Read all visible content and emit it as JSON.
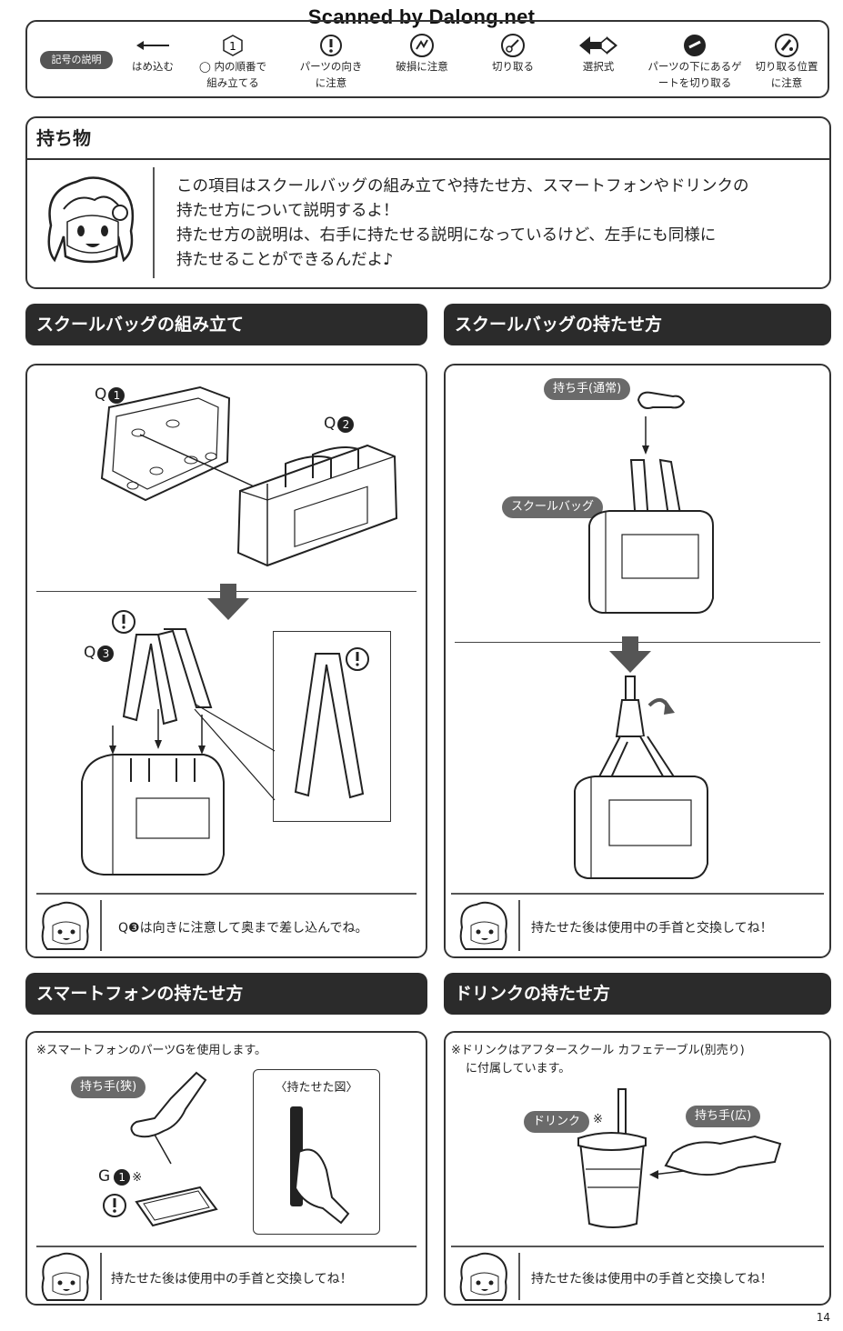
{
  "watermark": "Scanned by Dalong.net",
  "legend": {
    "tag": "記号の説明",
    "items": [
      {
        "icon": "arrow-left-icon",
        "label": "はめ込む"
      },
      {
        "icon": "circled-one-icon",
        "label": "◯ 内の順番で組み立てる"
      },
      {
        "icon": "exclamation-icon",
        "label": "パーツの向きに注意"
      },
      {
        "icon": "broken-part-icon",
        "label": "破損に注意"
      },
      {
        "icon": "scissors-icon",
        "label": "切り取る"
      },
      {
        "icon": "double-arrow-icon",
        "label": "選択式"
      },
      {
        "icon": "gate-cut-icon",
        "label": "パーツの下にあるゲートを切り取る"
      },
      {
        "icon": "cut-position-icon",
        "label": "切り取る位置に注意"
      }
    ]
  },
  "intro": {
    "title": "持ち物",
    "lines": [
      "この項目はスクールバッグの組み立てや持たせ方、スマートフォンやドリンクの",
      "持たせ方について説明するよ！",
      "持たせ方の説明は、右手に持たせる説明になっているけど、左手にも同様に",
      "持たせることができるんだよ♪"
    ]
  },
  "sections": {
    "bag_assembly": {
      "title": "スクールバッグの組み立て",
      "labels": {
        "q1": "Q",
        "q1n": "1",
        "q2": "Q",
        "q2n": "2",
        "q3": "Q",
        "q3n": "3"
      },
      "note": "Q❸は向きに注意して奥まで差し込んでね。"
    },
    "bag_holding": {
      "title": "スクールバッグの持たせ方",
      "pill_hand": "持ち手(通常)",
      "pill_bag": "スクールバッグ",
      "note": "持たせた後は使用中の手首と交換してね！"
    },
    "phone_holding": {
      "title": "スマートフォンの持たせ方",
      "intro": "※スマートフォンのパーツGを使用します。",
      "pill_hand": "持ち手(狭)",
      "inset_title": "〈持たせた図〉",
      "part_label": "G",
      "part_num": "1",
      "part_mark": "※",
      "note": "持たせた後は使用中の手首と交換してね！"
    },
    "drink_holding": {
      "title": "ドリンクの持たせ方",
      "intro_1": "※ドリンクはアフタースクール カフェテーブル(別売り)",
      "intro_2": "に付属しています。",
      "pill_drink": "ドリンク",
      "drink_mark": "※",
      "pill_hand": "持ち手(広)",
      "note": "持たせた後は使用中の手首と交換してね！"
    }
  },
  "page_number": "14"
}
